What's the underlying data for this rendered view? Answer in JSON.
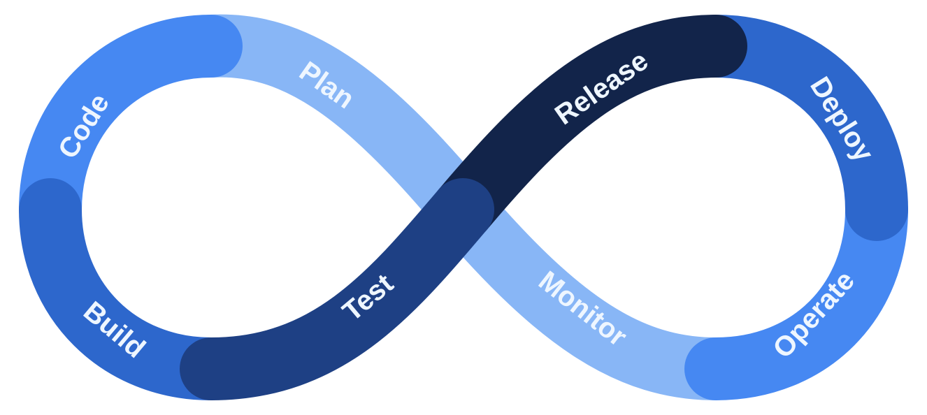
{
  "title": "DevOps Infinity Loop",
  "stages": [
    {
      "id": "plan",
      "label": "Plan",
      "color": "#88b6f6"
    },
    {
      "id": "code",
      "label": "Code",
      "color": "#4688f2"
    },
    {
      "id": "build",
      "label": "Build",
      "color": "#2d67cc"
    },
    {
      "id": "test",
      "label": "Test",
      "color": "#1e4084"
    },
    {
      "id": "release",
      "label": "Release",
      "color": "#12244a"
    },
    {
      "id": "deploy",
      "label": "Deploy",
      "color": "#2d67cc"
    },
    {
      "id": "operate",
      "label": "Operate",
      "color": "#4688f2"
    },
    {
      "id": "monitor",
      "label": "Monitor",
      "color": "#88b6f6"
    }
  ]
}
